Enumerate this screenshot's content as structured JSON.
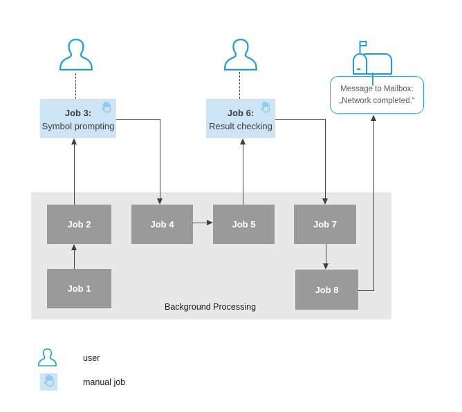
{
  "diagram": {
    "jobs": {
      "job1": {
        "label": "Job 1"
      },
      "job2": {
        "label": "Job 2"
      },
      "job3": {
        "title": "Job 3:",
        "subtitle": "Symbol prompting"
      },
      "job4": {
        "label": "Job 4"
      },
      "job5": {
        "label": "Job 5"
      },
      "job6": {
        "title": "Job 6:",
        "subtitle": "Result checking"
      },
      "job7": {
        "label": "Job 7"
      },
      "job8": {
        "label": "Job 8"
      }
    },
    "background_area": {
      "label": "Background Processing"
    },
    "mailbox_note": {
      "line1": "Message to Mailbox:",
      "line2": "„Network completed.“"
    },
    "colors": {
      "accent_blue": "#29A2D4",
      "hand_blue": "#8AC6E4",
      "manual_node_fill": "#CDE4F4",
      "job_node_gray": "#9A9A9A",
      "background_area_gray": "#E8E8E8",
      "arrow_dark": "#3F3F3F",
      "bubble_text": "#595959"
    }
  },
  "legend": {
    "items": [
      {
        "icon": "user-icon",
        "label": "user"
      },
      {
        "icon": "hand-icon",
        "label": "manual job"
      }
    ]
  }
}
